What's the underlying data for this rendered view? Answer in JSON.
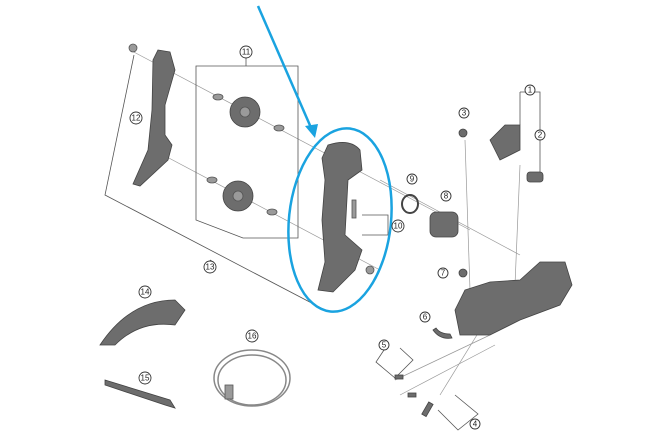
{
  "diagram": {
    "callouts": [
      "1",
      "2",
      "3",
      "4",
      "5",
      "6",
      "7",
      "8",
      "9",
      "10",
      "11",
      "12",
      "13",
      "14",
      "15",
      "16"
    ],
    "highlight_color": "#1aa3e0",
    "highlighted_part": "10"
  }
}
